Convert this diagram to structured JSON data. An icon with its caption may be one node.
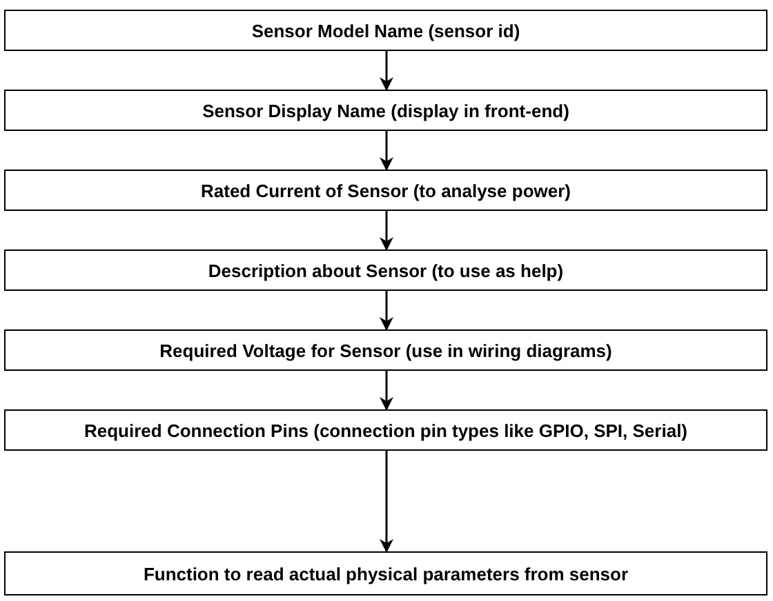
{
  "diagram": {
    "nodes": [
      {
        "text": [
          "Sensor Model Name (sensor id)"
        ]
      },
      {
        "text": [
          "Sensor Display Name (display in front-end)"
        ]
      },
      {
        "text": [
          "Rated Current of Sensor (to analyse power)"
        ]
      },
      {
        "text": [
          "Description about Sensor (to use as help)"
        ]
      },
      {
        "text": [
          "Required Voltage for Sensor (use in wiring diagrams)"
        ]
      },
      {
        "text": [
          "Required Connection Pins (connection pin types like GPIO, SPI, Serial)"
        ]
      },
      {
        "text": [
          "Function to read actual physical parameters from sensor"
        ]
      }
    ],
    "edges": [
      {
        "from": 0,
        "to": 1,
        "arrow": "to"
      },
      {
        "from": 1,
        "to": 2,
        "arrow": "to"
      },
      {
        "from": 2,
        "to": 3,
        "arrow": "to"
      },
      {
        "from": 3,
        "to": 4,
        "arrow": "to"
      },
      {
        "from": 4,
        "to": 5,
        "arrow": "to"
      },
      {
        "from": 5,
        "to": 6,
        "arrow": "to"
      }
    ]
  }
}
